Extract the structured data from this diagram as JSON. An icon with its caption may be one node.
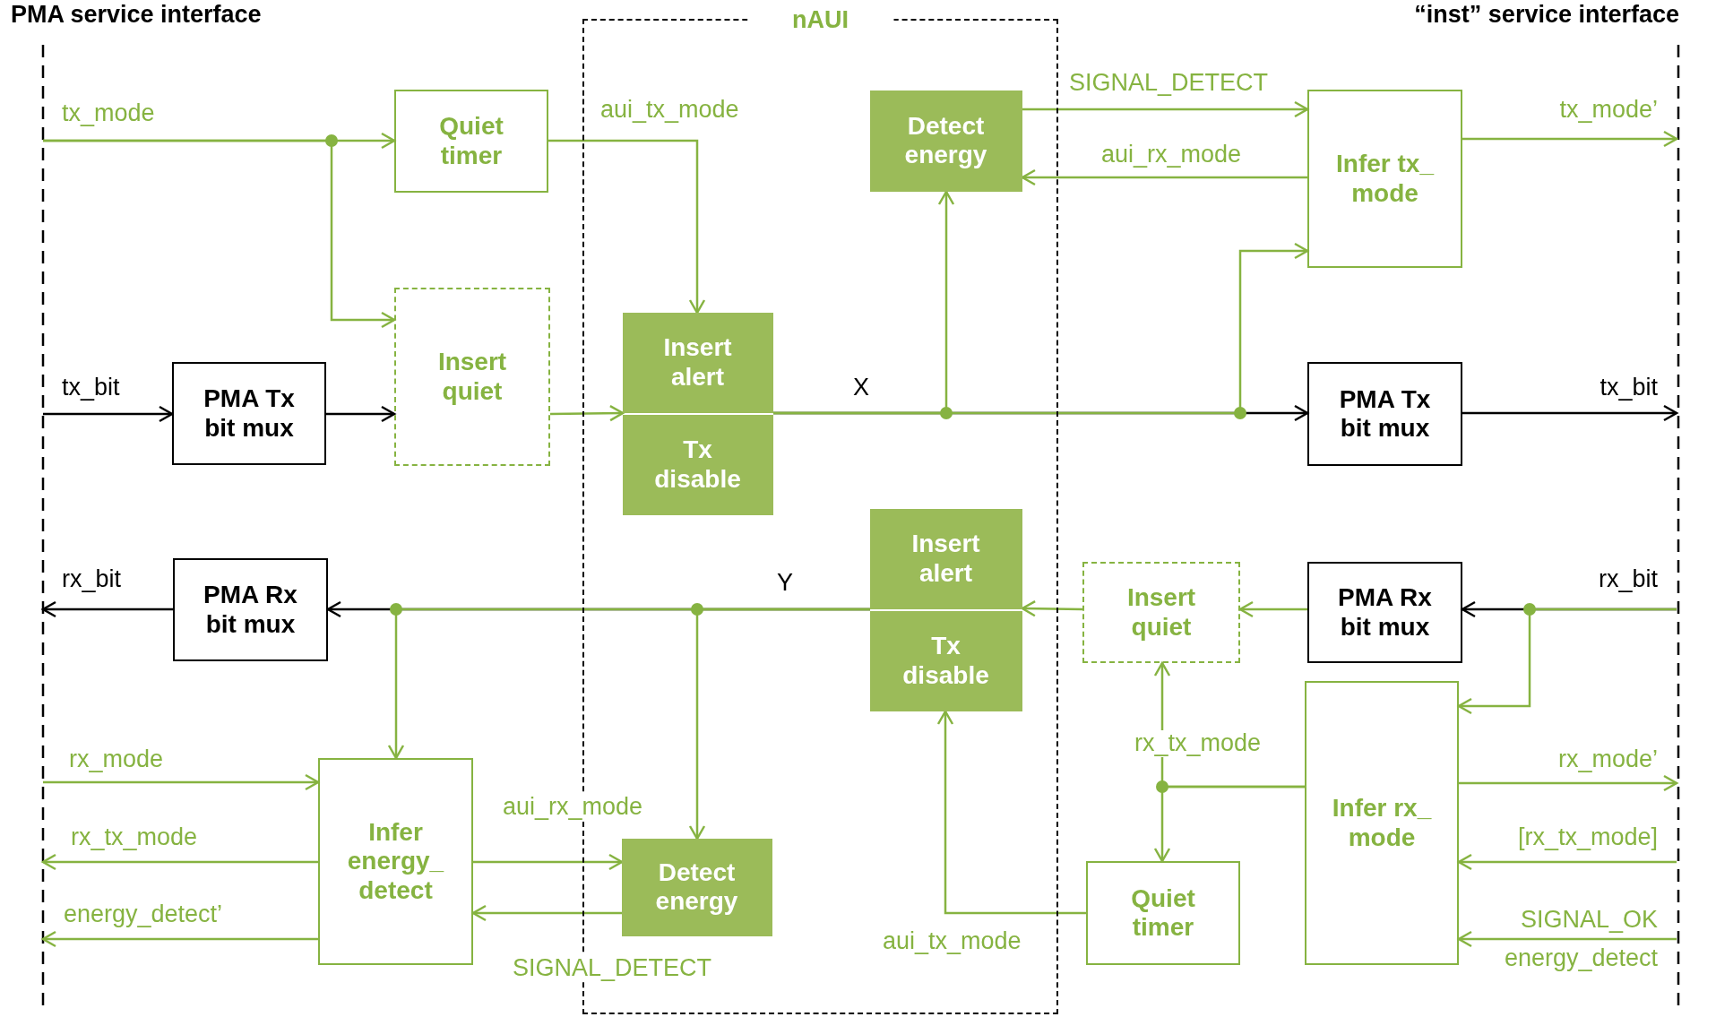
{
  "diagram": {
    "nodes": [
      {
        "text": [
          "nAUI"
        ]
      },
      {
        "text": [
          "Quiet timer"
        ]
      },
      {
        "text": [
          "Insert quiet"
        ]
      },
      {
        "text": [
          "PMA Tx bit mux"
        ]
      },
      {
        "text": [
          "Insert alert"
        ],
        "in": 0
      },
      {
        "text": [
          "Tx disable"
        ],
        "in": 0
      },
      {
        "text": [
          "Detect energy"
        ],
        "in": 0
      },
      {
        "text": [
          "Infer tx_mode"
        ]
      },
      {
        "text": [
          "PMA Tx bit mux"
        ]
      },
      {
        "text": [
          "PMA Rx bit mux"
        ]
      },
      {
        "text": [
          "Insert alert"
        ],
        "in": 0
      },
      {
        "text": [
          "Tx disable"
        ],
        "in": 0
      },
      {
        "text": [
          "Insert quiet"
        ]
      },
      {
        "text": [
          "PMA Rx bit mux"
        ]
      },
      {
        "text": [
          "Infer energy_detect"
        ]
      },
      {
        "text": [
          "Detect energy"
        ],
        "in": 0
      },
      {
        "text": [
          "Quiet timer"
        ]
      },
      {
        "text": [
          "Infer rx_mode"
        ]
      }
    ],
    "edges": [
      {
        "from": null,
        "to": 1,
        "arrow": "to",
        "label": "tx_mode"
      },
      {
        "from": null,
        "to": 2,
        "arrow": "to"
      },
      {
        "from": 1,
        "to": 4,
        "arrow": "to",
        "label": "aui_tx_mode"
      },
      {
        "from": null,
        "to": 3,
        "arrow": "to",
        "label": "tx_bit",
        "color": "#000000"
      },
      {
        "from": 3,
        "to": 2,
        "arrow": "to",
        "color": "#000000"
      },
      {
        "from": 2,
        "to": 4,
        "arrow": "to"
      },
      {
        "from": 4,
        "to": 8,
        "arrow": "to",
        "label": "X",
        "color": "#000000"
      },
      {
        "from": 4,
        "to": 6,
        "arrow": "to"
      },
      {
        "from": 4,
        "to": 7,
        "arrow": "to"
      },
      {
        "from": 6,
        "to": 7,
        "arrow": "to",
        "label": "SIGNAL_DETECT"
      },
      {
        "from": 7,
        "to": 6,
        "arrow": "to",
        "label": "aui_rx_mode"
      },
      {
        "from": 7,
        "to": null,
        "arrow": "to",
        "label": "tx_mode’"
      },
      {
        "from": 8,
        "to": null,
        "arrow": "to",
        "label": "tx_bit",
        "color": "#000000"
      },
      {
        "from": null,
        "to": 13,
        "arrow": "to",
        "label": "rx_bit",
        "color": "#000000"
      },
      {
        "from": null,
        "to": 17,
        "arrow": "to"
      },
      {
        "from": 13,
        "to": 12,
        "arrow": "to"
      },
      {
        "from": 12,
        "to": 10,
        "arrow": "to"
      },
      {
        "from": 10,
        "to": 9,
        "arrow": "to",
        "label": "Y",
        "color": "#000000"
      },
      {
        "from": 10,
        "to": 14,
        "arrow": "to"
      },
      {
        "from": 10,
        "to": 15,
        "arrow": "to"
      },
      {
        "from": 9,
        "to": null,
        "arrow": "to",
        "label": "rx_bit",
        "color": "#000000"
      },
      {
        "from": null,
        "to": 14,
        "arrow": "to",
        "label": "rx_mode"
      },
      {
        "from": 14,
        "to": null,
        "arrow": "to",
        "label": "rx_tx_mode"
      },
      {
        "from": 14,
        "to": null,
        "arrow": "to",
        "label": "energy_detect’"
      },
      {
        "from": 14,
        "to": 15,
        "arrow": "to",
        "label": "aui_rx_mode"
      },
      {
        "from": 15,
        "to": 14,
        "arrow": "to",
        "label": "SIGNAL_DETECT"
      },
      {
        "from": 17,
        "to": 12,
        "arrow": "to",
        "label": "rx_tx_mode"
      },
      {
        "from": 17,
        "to": 16,
        "arrow": "to"
      },
      {
        "from": 16,
        "to": 11,
        "arrow": "to",
        "label": "aui_tx_mode"
      },
      {
        "from": 17,
        "to": null,
        "arrow": "to",
        "label": "rx_mode’"
      },
      {
        "from": null,
        "to": 17,
        "arrow": "to",
        "label": "[rx_tx_mode]"
      },
      {
        "from": null,
        "to": 17,
        "arrow": "to",
        "label": "SIGNAL_OK"
      }
    ],
    "labels": [
      "PMA service interface",
      "“inst” service interface",
      "energy_detect"
    ]
  }
}
